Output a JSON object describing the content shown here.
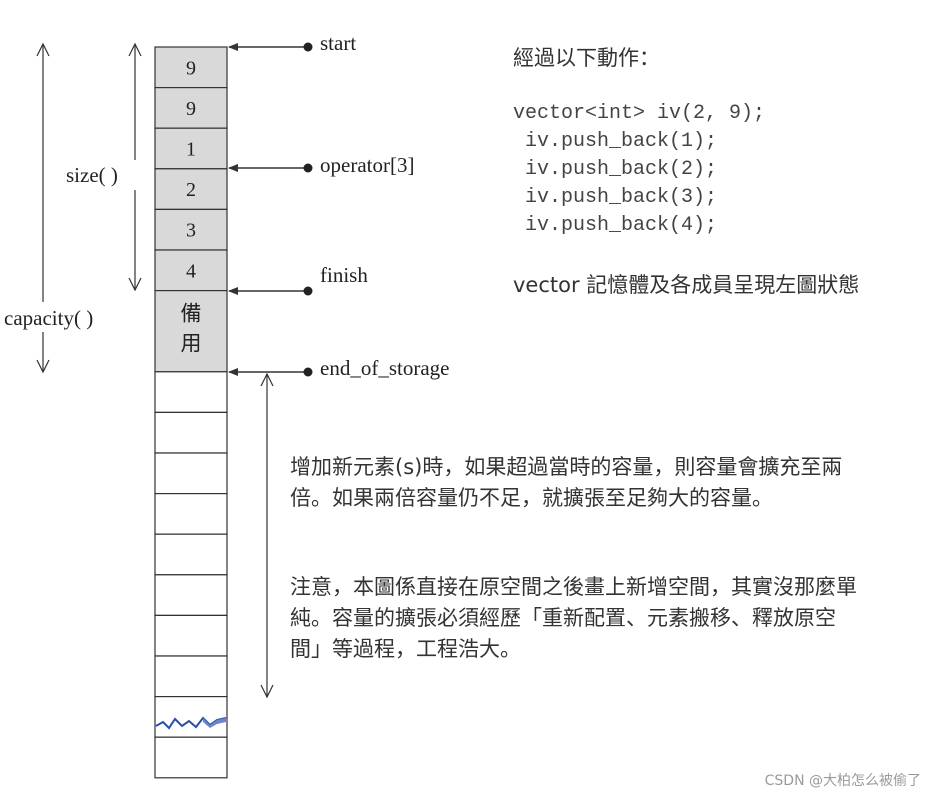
{
  "cells": {
    "used": [
      "9",
      "9",
      "1",
      "2",
      "3",
      "4"
    ],
    "reserve": [
      "備",
      "用"
    ],
    "empty_count_note": "blank"
  },
  "pointers": {
    "start": "start",
    "operator": "operator[3]",
    "finish": "finish",
    "end_of_storage": "end_of_storage"
  },
  "dimensions": {
    "size": "size( )",
    "capacity": "capacity( )"
  },
  "description": {
    "title": "經過以下動作：",
    "code": [
      "vector<int> iv(2, 9);",
      " iv.push_back(1);",
      " iv.push_back(2);",
      " iv.push_back(3);",
      " iv.push_back(4);"
    ],
    "state_note": "vector 記憶體及各成員呈現左圖狀態",
    "growth_note": "增加新元素(s)時，如果超過當時的容量，則容量會擴充至兩倍。如果兩倍容量仍不足，就擴張至足夠大的容量。",
    "caveat_note": "注意，本圖係直接在原空間之後畫上新增空間，其實沒那麼單純。容量的擴張必須經歷「重新配置、元素搬移、釋放原空間」等過程，工程浩大。"
  },
  "watermark": "CSDN @大柏怎么被偷了",
  "colors": {
    "filled_cell": "#d9d9d9",
    "line": "#333333",
    "squiggle": "#2b4fa8"
  }
}
